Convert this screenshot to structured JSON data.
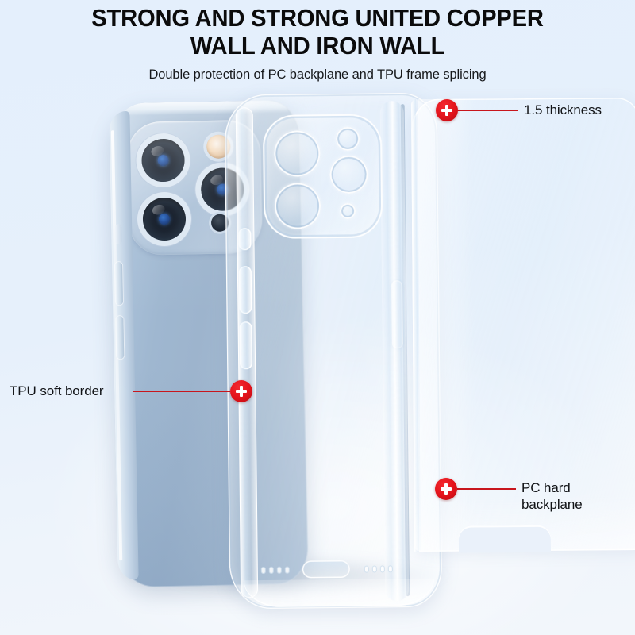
{
  "background_color": "#e3eefb",
  "accent_color": "#e1121a",
  "header": {
    "headline": "STRONG AND STRONG UNITED COPPER\nWALL AND IRON WALL",
    "subhead": "Double protection of PC backplane and TPU frame splicing"
  },
  "callouts": [
    {
      "id": "thickness",
      "label": "1.5 thickness",
      "marker_icon": "plus-icon"
    },
    {
      "id": "tpu-border",
      "label": "TPU soft border",
      "marker_icon": "plus-icon"
    },
    {
      "id": "pc-back",
      "label": "PC hard\nbackplane",
      "marker_icon": "plus-icon"
    }
  ],
  "product": {
    "phone": {
      "name": "smartphone-back",
      "finish_color": "#9db4cd",
      "camera_count": 3
    },
    "case": {
      "name": "tpu-clear-case"
    },
    "plate": {
      "name": "pc-hard-backplane"
    }
  }
}
